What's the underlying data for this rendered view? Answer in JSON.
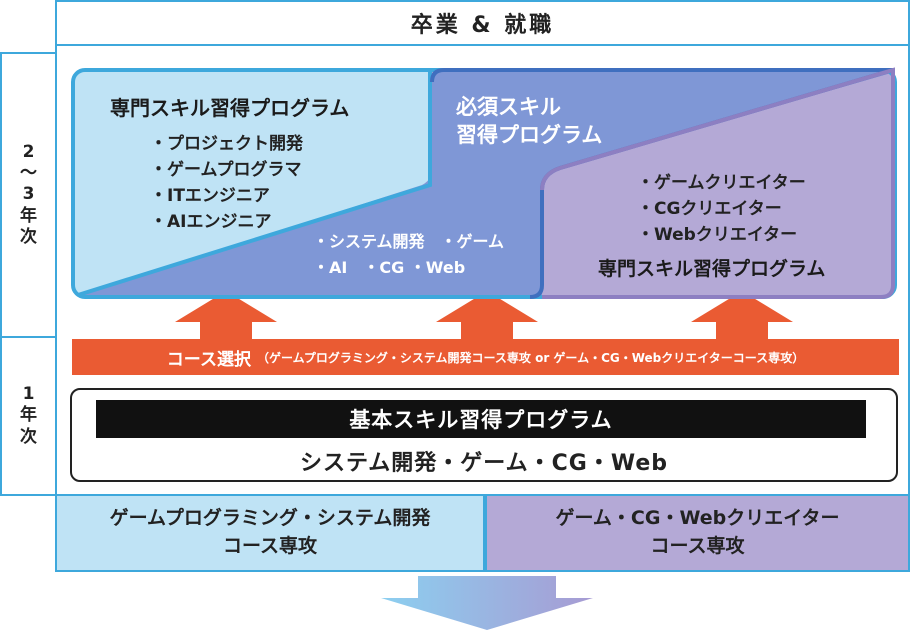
{
  "top_band": {
    "label": "卒業 & 就職"
  },
  "years": {
    "upper": [
      "2",
      "～",
      "3",
      "年",
      "次"
    ],
    "lower": [
      "1",
      "年",
      "次"
    ]
  },
  "left_program": {
    "title": "専門スキル習得プログラム",
    "items": [
      "・プロジェクト開発",
      "・ゲームプログラマ",
      "・ITエンジニア",
      "・AIエンジニア"
    ]
  },
  "required_program": {
    "title_line1": "必須スキル",
    "title_line2": "習得プログラム",
    "items_line1": "・システム開発　・ゲーム",
    "items_line2": "・AI　・CG ・Web"
  },
  "right_program": {
    "items": [
      "・ゲームクリエイター",
      "・CGクリエイター",
      "・Webクリエイター"
    ],
    "title": "専門スキル習得プログラム"
  },
  "course_bar": {
    "main": "コース選択",
    "detail": "（ゲームプログラミング・システム開発コース専攻 or ゲーム・CG・Webクリエイターコース専攻）"
  },
  "basic_program": {
    "title": "基本スキル習得プログラム",
    "subjects": "システム開発・ゲーム・CG・Web"
  },
  "bottom": {
    "left_line1": "ゲームプログラミング・システム開発",
    "left_line2": "コース専攻",
    "right_line1": "ゲーム・CG・Webクリエイター",
    "right_line2": "コース専攻"
  },
  "colors": {
    "border_blue": "#3ea8dc",
    "light_blue": "#bfe3f5",
    "mid_blue": "#7f97d6",
    "lavender": "#b4a9d6",
    "orange": "#ea5b33"
  }
}
